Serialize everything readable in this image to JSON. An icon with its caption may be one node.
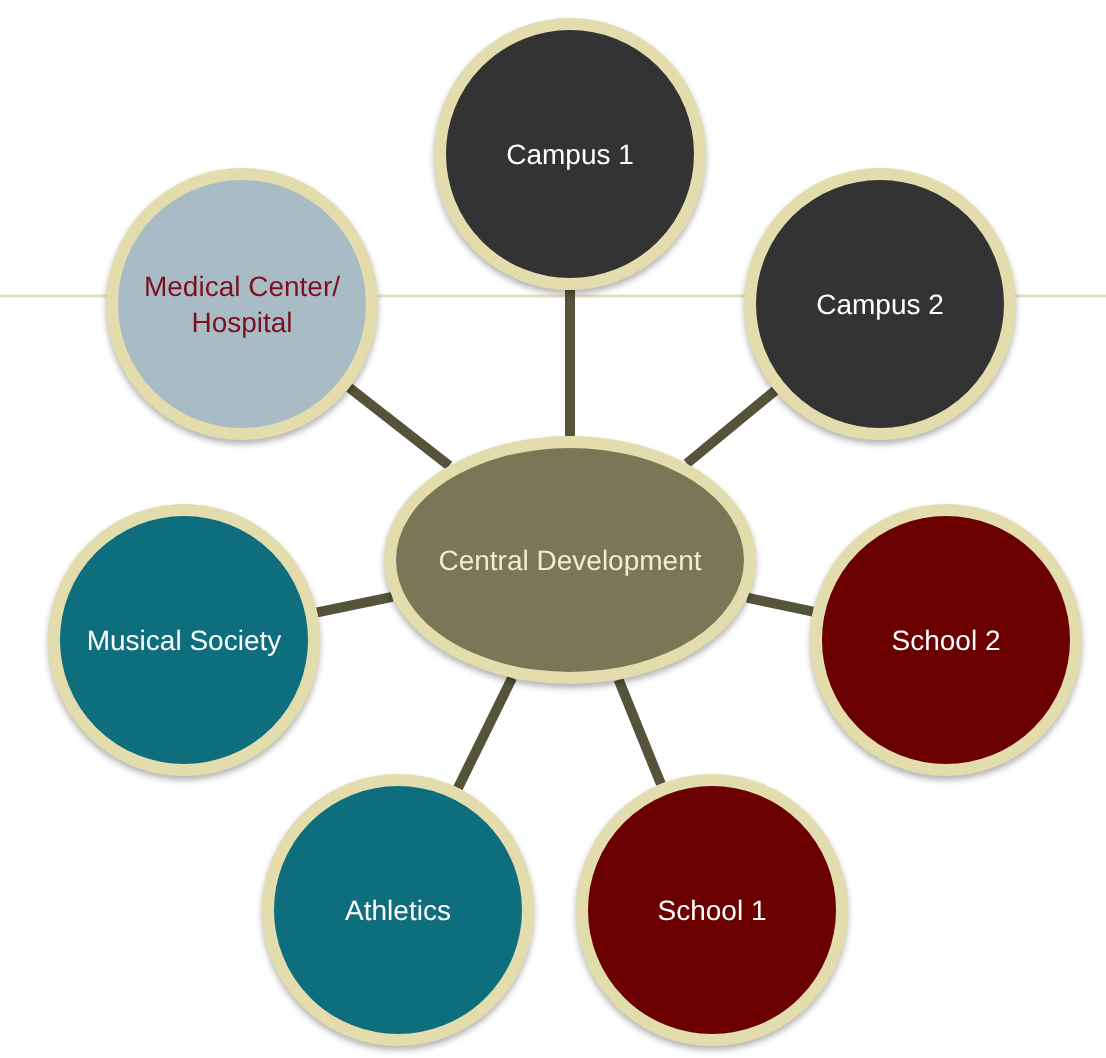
{
  "diagram": {
    "nodes": [
      {
        "text": [
          "Campus 1"
        ]
      },
      {
        "text": [
          "Medical Center/ Hospital"
        ]
      },
      {
        "text": [
          "Campus 2"
        ]
      },
      {
        "text": [
          "Central Development"
        ]
      },
      {
        "text": [
          "Musical Society"
        ]
      },
      {
        "text": [
          "School 2"
        ]
      },
      {
        "text": [
          "Athletics"
        ]
      },
      {
        "text": [
          "School 1"
        ]
      }
    ],
    "edges": [
      {
        "from": 3,
        "to": 0,
        "arrow": "none"
      },
      {
        "from": 3,
        "to": 1,
        "arrow": "none"
      },
      {
        "from": 3,
        "to": 2,
        "arrow": "none"
      },
      {
        "from": 3,
        "to": 4,
        "arrow": "none"
      },
      {
        "from": 3,
        "to": 5,
        "arrow": "none"
      },
      {
        "from": 3,
        "to": 6,
        "arrow": "none"
      },
      {
        "from": 3,
        "to": 7,
        "arrow": "none"
      }
    ]
  }
}
